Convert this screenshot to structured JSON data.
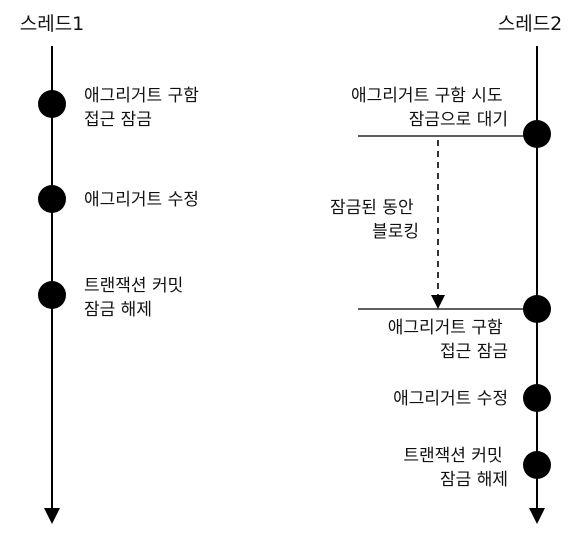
{
  "thread1": {
    "title": "스레드1",
    "steps": [
      {
        "lines": [
          "애그리거트 구함",
          "접근 잠금"
        ]
      },
      {
        "lines": [
          "애그리거트 수정"
        ]
      },
      {
        "lines": [
          "트랜잭션 커밋",
          "잠금 해제"
        ]
      }
    ]
  },
  "thread2": {
    "title": "스레드2",
    "wait": {
      "lines": [
        "애그리거트 구함 시도",
        "잠금으로 대기"
      ]
    },
    "blocked": {
      "lines": [
        "잠금된 동안",
        "블로킹"
      ]
    },
    "steps": [
      {
        "lines": [
          "애그리거트 구함",
          "접근 잠금"
        ]
      },
      {
        "lines": [
          "애그리거트 수정"
        ]
      },
      {
        "lines": [
          "트랜잭션 커밋",
          "잠금 해제"
        ]
      }
    ]
  },
  "colors": {
    "line": "#000000",
    "dot": "#000000",
    "text": "#111111"
  }
}
